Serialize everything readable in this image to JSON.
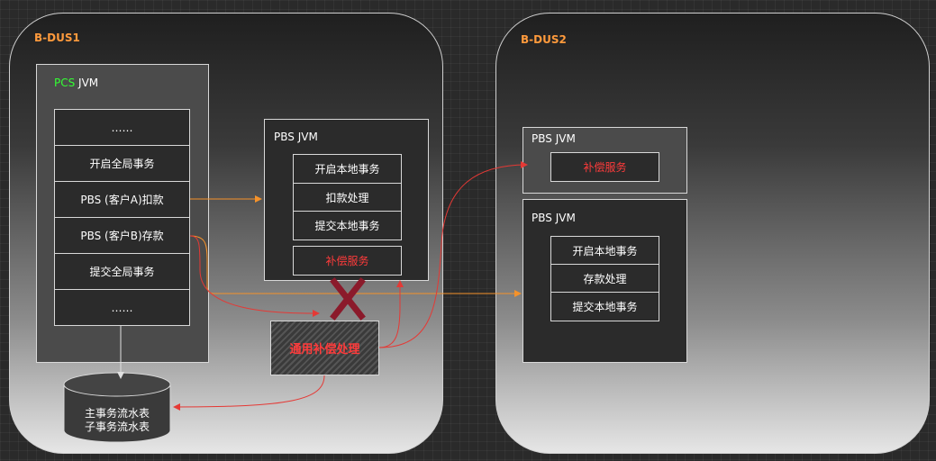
{
  "regions": {
    "left_title": "B-DUS1",
    "right_title": "B-DUS2"
  },
  "pcs": {
    "title_green": "PCS",
    "title_rest": " JVM",
    "steps": [
      "……",
      "开启全局事务",
      "PBS (客户A)扣款",
      "PBS (客户B)存款",
      "提交全局事务",
      "……"
    ]
  },
  "pbs_left": {
    "title": "PBS JVM",
    "steps": [
      "开启本地事务",
      "扣款处理",
      "提交本地事务"
    ],
    "compensation": "补偿服务"
  },
  "general_compensation": "通用补偿处理",
  "database": {
    "line1": "主事务流水表",
    "line2": "子事务流水表"
  },
  "pbs_right_top": {
    "title": "PBS JVM",
    "compensation": "补偿服务"
  },
  "pbs_right_bottom": {
    "title": "PBS JVM",
    "steps": [
      "开启本地事务",
      "存款处理",
      "提交本地事务"
    ]
  },
  "colors": {
    "orange_arrow": "#f5922a",
    "red_arrow": "#e53935",
    "failure_mark": "#8b1a2b"
  },
  "icons": {
    "failure": "x-mark-icon",
    "database": "cylinder-icon"
  }
}
